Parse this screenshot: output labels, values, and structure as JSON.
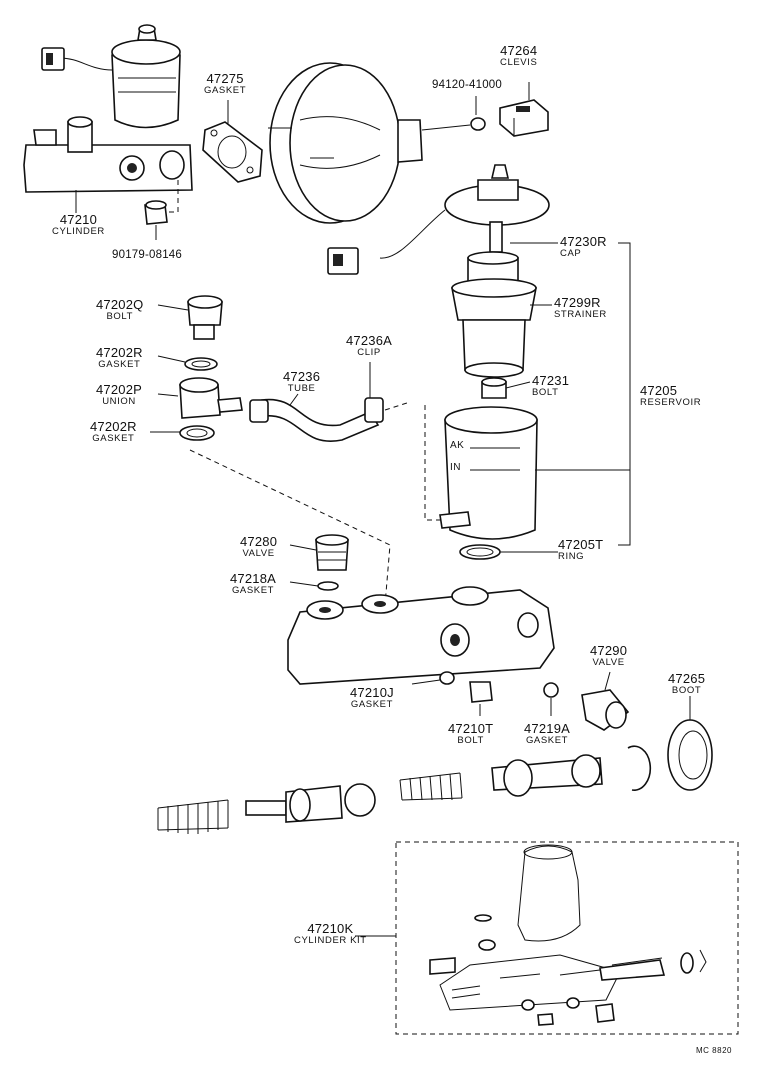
{
  "labels": {
    "p47264": {
      "num": "47264",
      "name": "CLEVIS"
    },
    "p47275": {
      "num": "47275",
      "name": "GASKET"
    },
    "p94120": {
      "num": "94120-41000"
    },
    "p47210": {
      "num": "47210",
      "name": "CYLINDER"
    },
    "p90179": {
      "num": "90179-08146"
    },
    "p47230R": {
      "num": "47230R",
      "name": "CAP"
    },
    "p47299R": {
      "num": "47299R",
      "name": "STRAINER"
    },
    "p47202Q": {
      "num": "47202Q",
      "name": "BOLT"
    },
    "p47236A": {
      "num": "47236A",
      "name": "CLIP"
    },
    "p47202R_top": {
      "num": "47202R",
      "name": "GASKET"
    },
    "p47236": {
      "num": "47236",
      "name": "TUBE"
    },
    "p47231": {
      "num": "47231",
      "name": "BOLT"
    },
    "p47205": {
      "num": "47205",
      "name": "RESERVOIR"
    },
    "p47202P": {
      "num": "47202P",
      "name": "UNION"
    },
    "p47202R_bot": {
      "num": "47202R",
      "name": "GASKET"
    },
    "p47280": {
      "num": "47280",
      "name": "VALVE"
    },
    "p47205T": {
      "num": "47205T",
      "name": "RING"
    },
    "p47218A": {
      "num": "47218A",
      "name": "GASKET"
    },
    "p47290": {
      "num": "47290",
      "name": "VALVE"
    },
    "p47265": {
      "num": "47265",
      "name": "BOOT"
    },
    "p47210J": {
      "num": "47210J",
      "name": "GASKET"
    },
    "p47210T": {
      "num": "47210T",
      "name": "BOLT"
    },
    "p47219A": {
      "num": "47219A",
      "name": "GASKET"
    },
    "p47210K": {
      "num": "47210K",
      "name": "CYLINDER KIT"
    }
  },
  "reservoir_marks": {
    "max": "AK",
    "min": "IN"
  },
  "footer_code": "MC 8820"
}
